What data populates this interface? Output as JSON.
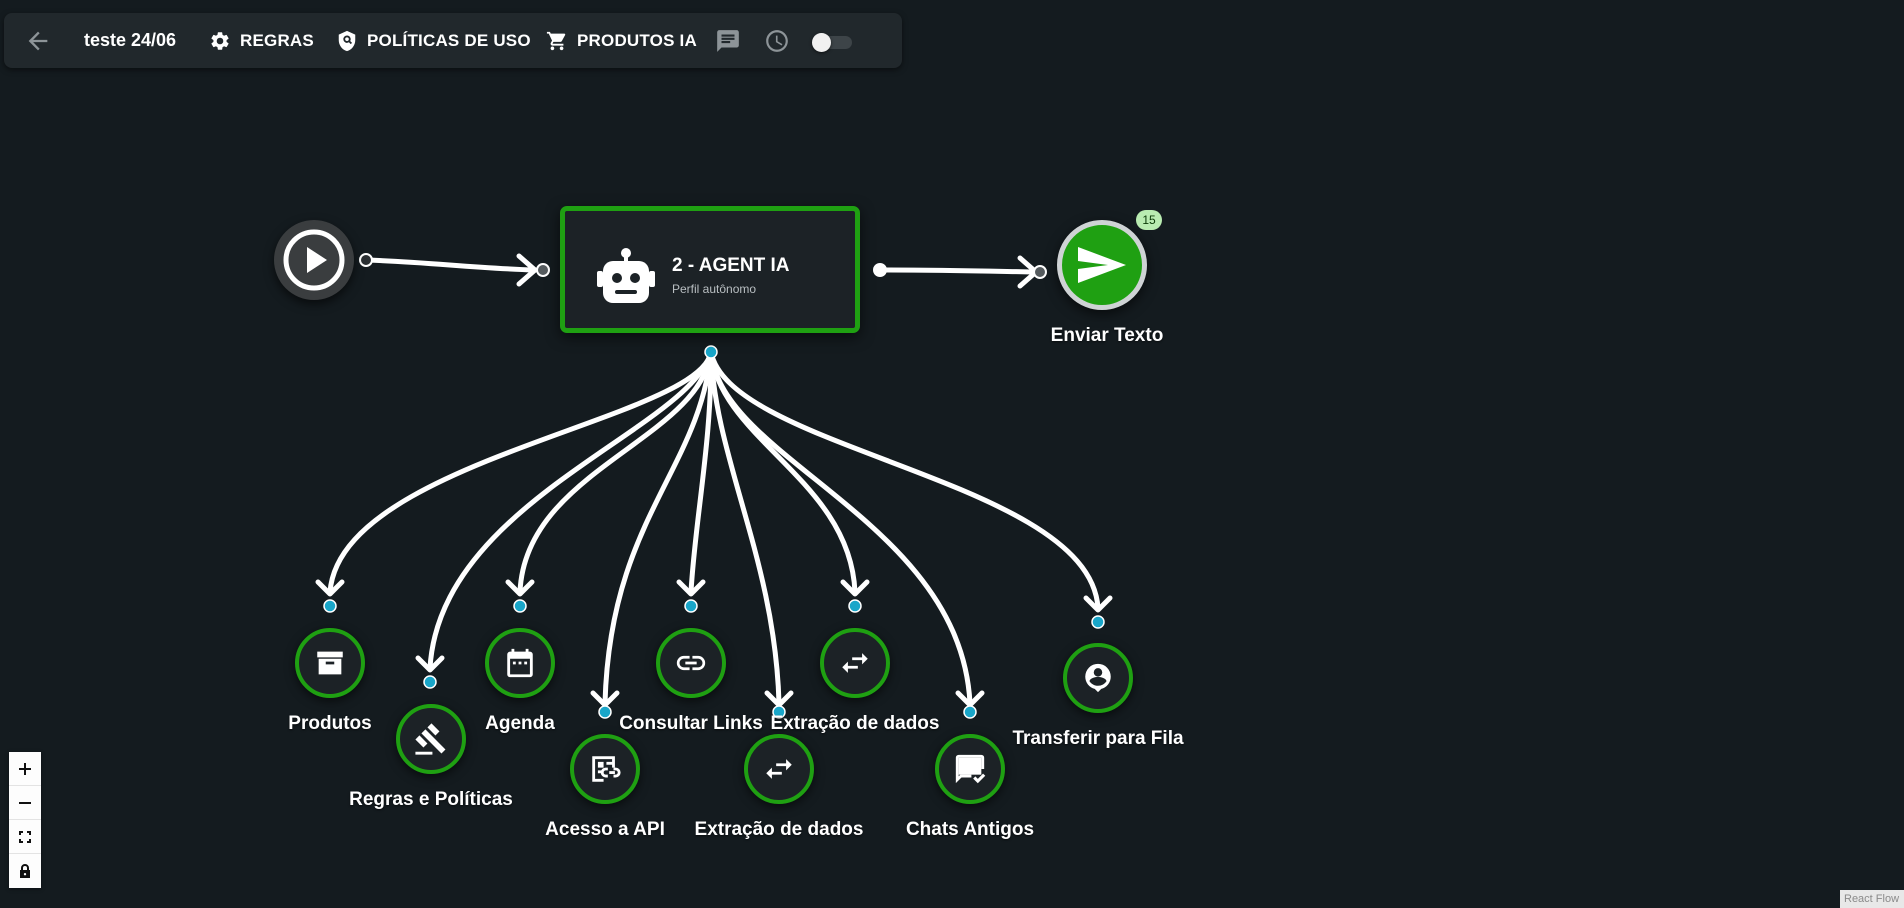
{
  "toolbar": {
    "flow_name": "teste 24/06",
    "buttons": {
      "rules": "REGRAS",
      "policies": "POLÍTICAS DE USO",
      "products": "PRODUTOS IA"
    },
    "icons": [
      "back-arrow-icon",
      "gear-icon",
      "shield-icon",
      "cart-icon",
      "chat-icon",
      "clock-icon"
    ],
    "toggle_on": false
  },
  "nodes": {
    "start": {
      "icon": "play-icon"
    },
    "agent": {
      "title": "2 - AGENT IA",
      "subtitle": "Perfil autônomo",
      "icon": "robot-icon",
      "border_color": "#1fa012"
    },
    "send": {
      "label": "Enviar Texto",
      "badge": "15",
      "icon": "send-icon",
      "color": "#1fa012"
    },
    "tools": [
      {
        "label": "Produtos",
        "icon": "archive-icon"
      },
      {
        "label": "Regras e Políticas",
        "icon": "gavel-icon"
      },
      {
        "label": "Agenda",
        "icon": "calendar-icon"
      },
      {
        "label": "Acesso a API",
        "icon": "api-link-icon"
      },
      {
        "label": "Consultar Links",
        "icon": "link-icon"
      },
      {
        "label": "Extração de dados",
        "icon": "swap-icon"
      },
      {
        "label": "Extração de dados",
        "icon": "swap-icon"
      },
      {
        "label": "Chats Antigos",
        "icon": "chat-check-icon"
      },
      {
        "label": "Transferir para Fila",
        "icon": "person-pin-icon"
      }
    ]
  },
  "controls": [
    "zoom-in-icon",
    "zoom-out-icon",
    "fit-view-icon",
    "lock-icon"
  ],
  "attribution": "React Flow",
  "colors": {
    "background": "#141b1f",
    "accent": "#1fa012",
    "handle": "#19a6c9"
  }
}
